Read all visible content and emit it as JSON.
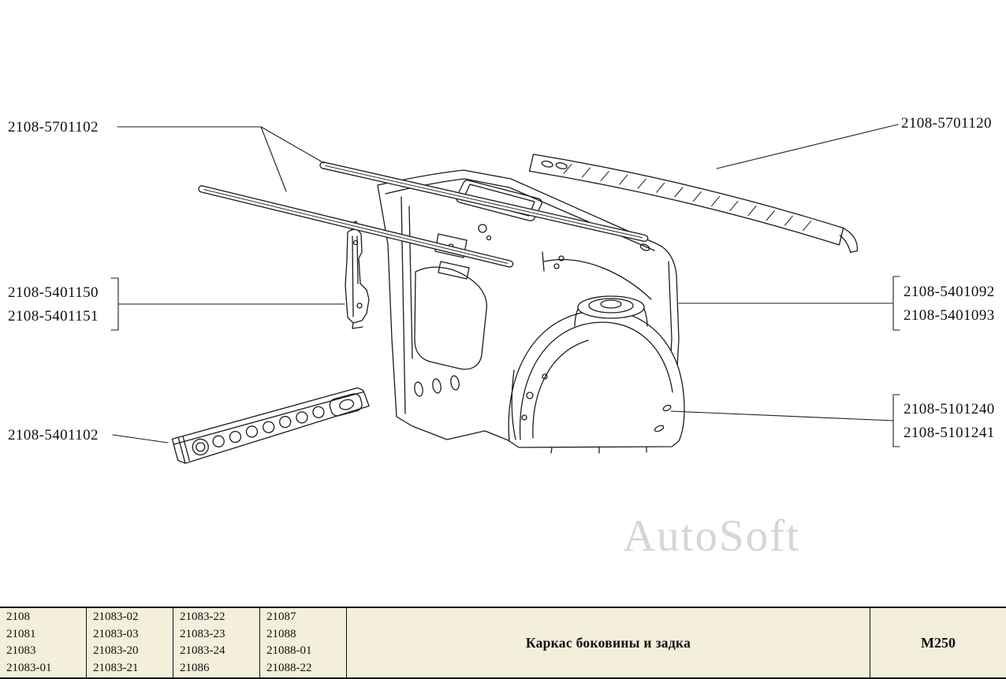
{
  "labels": {
    "top_left": "2108-5701102",
    "top_right": "2108-5701120",
    "pillar_group": [
      "2108-5401150",
      "2108-5401151"
    ],
    "sill": "2108-5401102",
    "quarter_group": [
      "2108-5401092",
      "2108-5401093"
    ],
    "wheelhouse_group": [
      "2108-5101240",
      "2108-5101241"
    ]
  },
  "watermark": "AutoSoft",
  "footer": {
    "model_columns": [
      [
        "2108",
        "21081",
        "21083",
        "21083-01"
      ],
      [
        "21083-02",
        "21083-03",
        "21083-20",
        "21083-21"
      ],
      [
        "21083-22",
        "21083-23",
        "21083-24",
        "21086"
      ],
      [
        "21087",
        "21088",
        "21088-01",
        "21088-22"
      ]
    ],
    "title": "Каркас боковины и задка",
    "sheet_code": "М250"
  },
  "colors": {
    "line": "#1b1b1b",
    "table_background": "#f4efdb",
    "watermark": "#d6d6d6"
  }
}
